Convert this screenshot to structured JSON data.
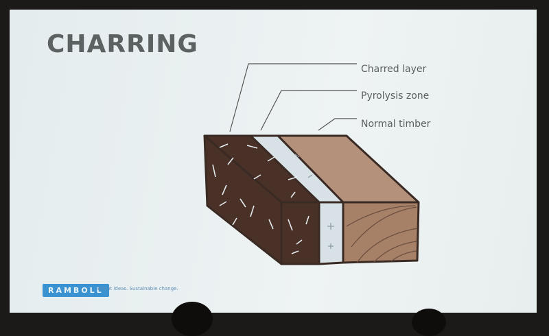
{
  "slide": {
    "title": "CHARRING",
    "labels": {
      "charred": "Charred layer",
      "pyrolysis": "Pyrolysis zone",
      "normal": "Normal timber"
    },
    "logo": "RAMBOLL",
    "tagline": "Bright ideas. Sustainable change."
  },
  "colors": {
    "charred": "#4a3128",
    "pyrolysis": "#d8e2e6",
    "normal_top": "#b3917a",
    "normal_front": "#a68067"
  }
}
